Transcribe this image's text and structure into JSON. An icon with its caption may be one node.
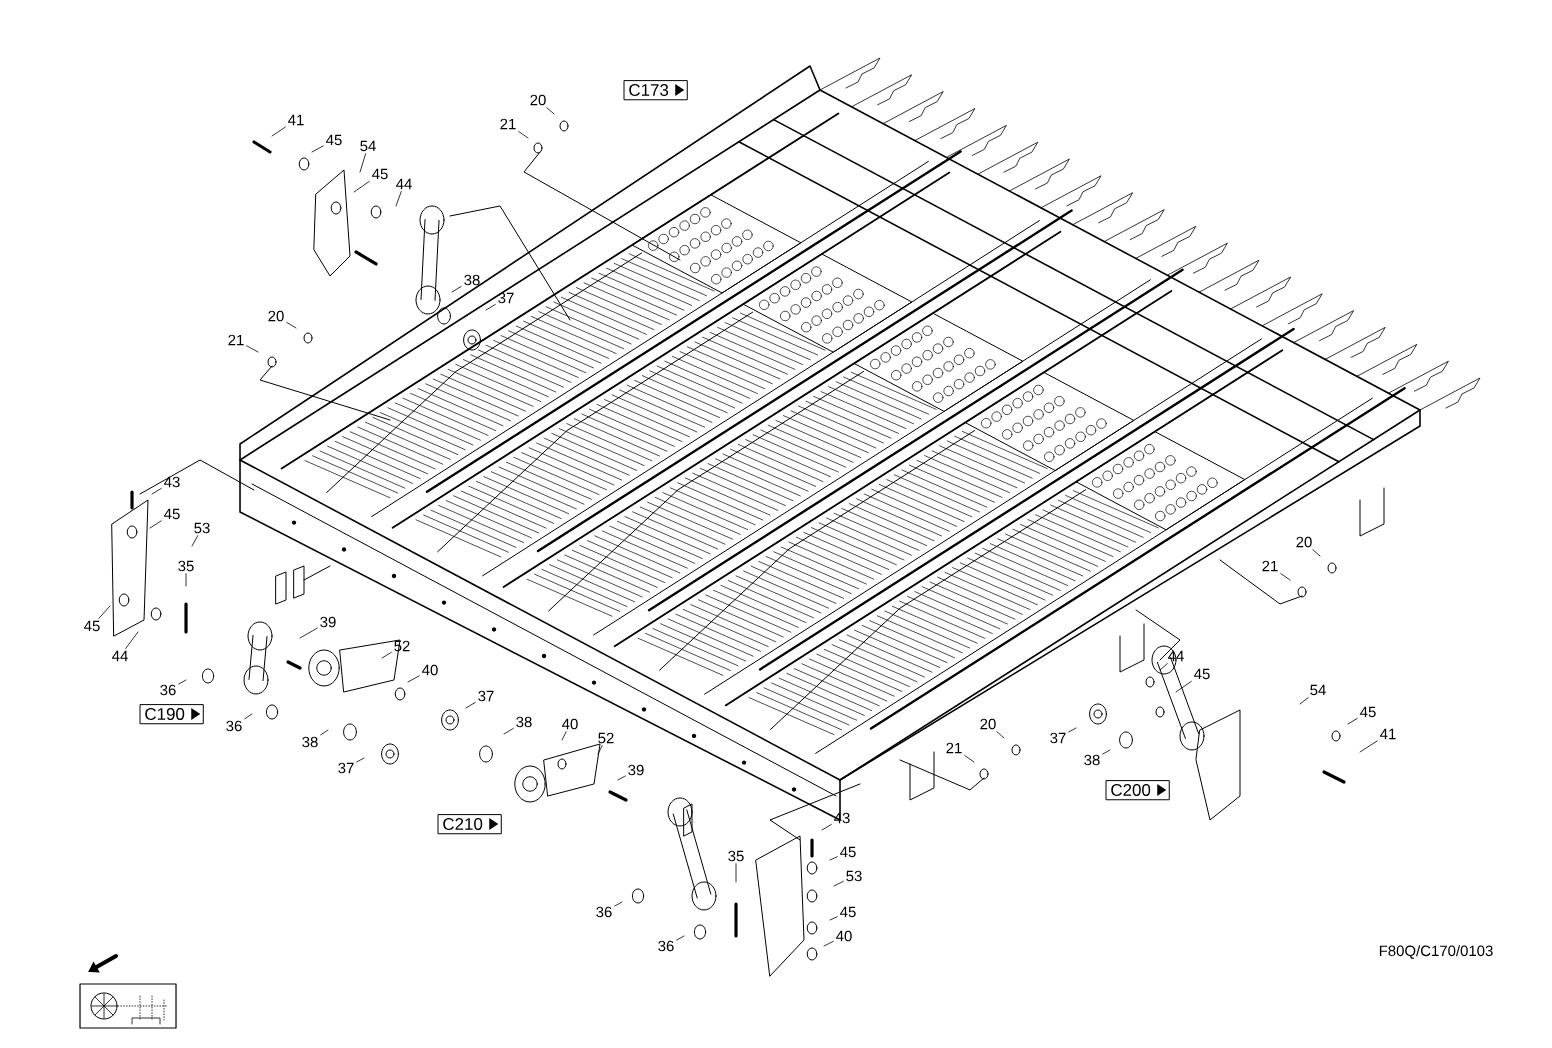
{
  "diagram": {
    "nodes": [
      {
        "text": [
          "41"
        ]
      },
      {
        "text": [
          "45"
        ]
      },
      {
        "text": [
          "54"
        ]
      },
      {
        "text": [
          "45"
        ]
      },
      {
        "text": [
          "44"
        ]
      },
      {
        "text": [
          "38"
        ]
      },
      {
        "text": [
          "37"
        ]
      },
      {
        "text": [
          "20"
        ]
      },
      {
        "text": [
          "21"
        ]
      },
      {
        "text": [
          "20"
        ]
      },
      {
        "text": [
          "21"
        ]
      },
      {
        "text": [
          "C173"
        ]
      },
      {
        "text": [
          "43"
        ]
      },
      {
        "text": [
          "45"
        ]
      },
      {
        "text": [
          "53"
        ]
      },
      {
        "text": [
          "35"
        ]
      },
      {
        "text": [
          "45"
        ]
      },
      {
        "text": [
          "44"
        ]
      },
      {
        "text": [
          "36"
        ]
      },
      {
        "text": [
          "36"
        ]
      },
      {
        "text": [
          "C190"
        ]
      },
      {
        "text": [
          "39"
        ]
      },
      {
        "text": [
          "52"
        ]
      },
      {
        "text": [
          "40"
        ]
      },
      {
        "text": [
          "38"
        ]
      },
      {
        "text": [
          "37"
        ]
      },
      {
        "text": [
          "37"
        ]
      },
      {
        "text": [
          "38"
        ]
      },
      {
        "text": [
          "40"
        ]
      },
      {
        "text": [
          "52"
        ]
      },
      {
        "text": [
          "39"
        ]
      },
      {
        "text": [
          "C210"
        ]
      },
      {
        "text": [
          "35"
        ]
      },
      {
        "text": [
          "43"
        ]
      },
      {
        "text": [
          "45"
        ]
      },
      {
        "text": [
          "53"
        ]
      },
      {
        "text": [
          "45"
        ]
      },
      {
        "text": [
          "40"
        ]
      },
      {
        "text": [
          "36"
        ]
      },
      {
        "text": [
          "36"
        ]
      },
      {
        "text": [
          "20"
        ]
      },
      {
        "text": [
          "21"
        ]
      },
      {
        "text": [
          "20"
        ]
      },
      {
        "text": [
          "21"
        ]
      },
      {
        "text": [
          "44"
        ]
      },
      {
        "text": [
          "45"
        ]
      },
      {
        "text": [
          "54"
        ]
      },
      {
        "text": [
          "45"
        ]
      },
      {
        "text": [
          "41"
        ]
      },
      {
        "text": [
          "37"
        ]
      },
      {
        "text": [
          "38"
        ]
      },
      {
        "text": [
          "C200"
        ]
      }
    ],
    "edges": [
      {
        "from": 0,
        "to": null,
        "arrow": "none"
      },
      {
        "from": 1,
        "to": null,
        "arrow": "none"
      },
      {
        "from": 2,
        "to": null,
        "arrow": "none"
      },
      {
        "from": 3,
        "to": null,
        "arrow": "none"
      },
      {
        "from": 4,
        "to": null,
        "arrow": "none"
      },
      {
        "from": 5,
        "to": null,
        "arrow": "none"
      },
      {
        "from": 6,
        "to": null,
        "arrow": "none"
      },
      {
        "from": 7,
        "to": null,
        "arrow": "none"
      },
      {
        "from": 8,
        "to": null,
        "arrow": "none"
      },
      {
        "from": 9,
        "to": null,
        "arrow": "none"
      },
      {
        "from": 10,
        "to": null,
        "arrow": "none"
      },
      {
        "from": 12,
        "to": null,
        "arrow": "none"
      },
      {
        "from": 13,
        "to": null,
        "arrow": "none"
      },
      {
        "from": 14,
        "to": null,
        "arrow": "none"
      },
      {
        "from": 15,
        "to": null,
        "arrow": "none"
      },
      {
        "from": 16,
        "to": null,
        "arrow": "none"
      },
      {
        "from": 17,
        "to": null,
        "arrow": "none"
      },
      {
        "from": 18,
        "to": null,
        "arrow": "none"
      },
      {
        "from": 19,
        "to": null,
        "arrow": "none"
      },
      {
        "from": 21,
        "to": null,
        "arrow": "none"
      },
      {
        "from": 22,
        "to": null,
        "arrow": "none"
      },
      {
        "from": 23,
        "to": null,
        "arrow": "none"
      },
      {
        "from": 24,
        "to": null,
        "arrow": "none"
      },
      {
        "from": 25,
        "to": null,
        "arrow": "none"
      },
      {
        "from": 26,
        "to": null,
        "arrow": "none"
      },
      {
        "from": 27,
        "to": null,
        "arrow": "none"
      },
      {
        "from": 28,
        "to": null,
        "arrow": "none"
      },
      {
        "from": 29,
        "to": null,
        "arrow": "none"
      },
      {
        "from": 30,
        "to": null,
        "arrow": "none"
      },
      {
        "from": 32,
        "to": null,
        "arrow": "none"
      },
      {
        "from": 33,
        "to": null,
        "arrow": "none"
      },
      {
        "from": 34,
        "to": null,
        "arrow": "none"
      },
      {
        "from": 35,
        "to": null,
        "arrow": "none"
      },
      {
        "from": 36,
        "to": null,
        "arrow": "none"
      },
      {
        "from": 37,
        "to": null,
        "arrow": "none"
      },
      {
        "from": 38,
        "to": null,
        "arrow": "none"
      },
      {
        "from": 39,
        "to": null,
        "arrow": "none"
      },
      {
        "from": 40,
        "to": null,
        "arrow": "none"
      },
      {
        "from": 41,
        "to": null,
        "arrow": "none"
      },
      {
        "from": 42,
        "to": null,
        "arrow": "none"
      },
      {
        "from": 43,
        "to": null,
        "arrow": "none"
      },
      {
        "from": 44,
        "to": null,
        "arrow": "none"
      },
      {
        "from": 45,
        "to": null,
        "arrow": "none"
      },
      {
        "from": 46,
        "to": null,
        "arrow": "none"
      },
      {
        "from": 47,
        "to": null,
        "arrow": "none"
      },
      {
        "from": 48,
        "to": null,
        "arrow": "none"
      },
      {
        "from": 49,
        "to": null,
        "arrow": "none"
      },
      {
        "from": 50,
        "to": null,
        "arrow": "none"
      }
    ],
    "labels": [
      "F80Q/C170/0103"
    ]
  }
}
